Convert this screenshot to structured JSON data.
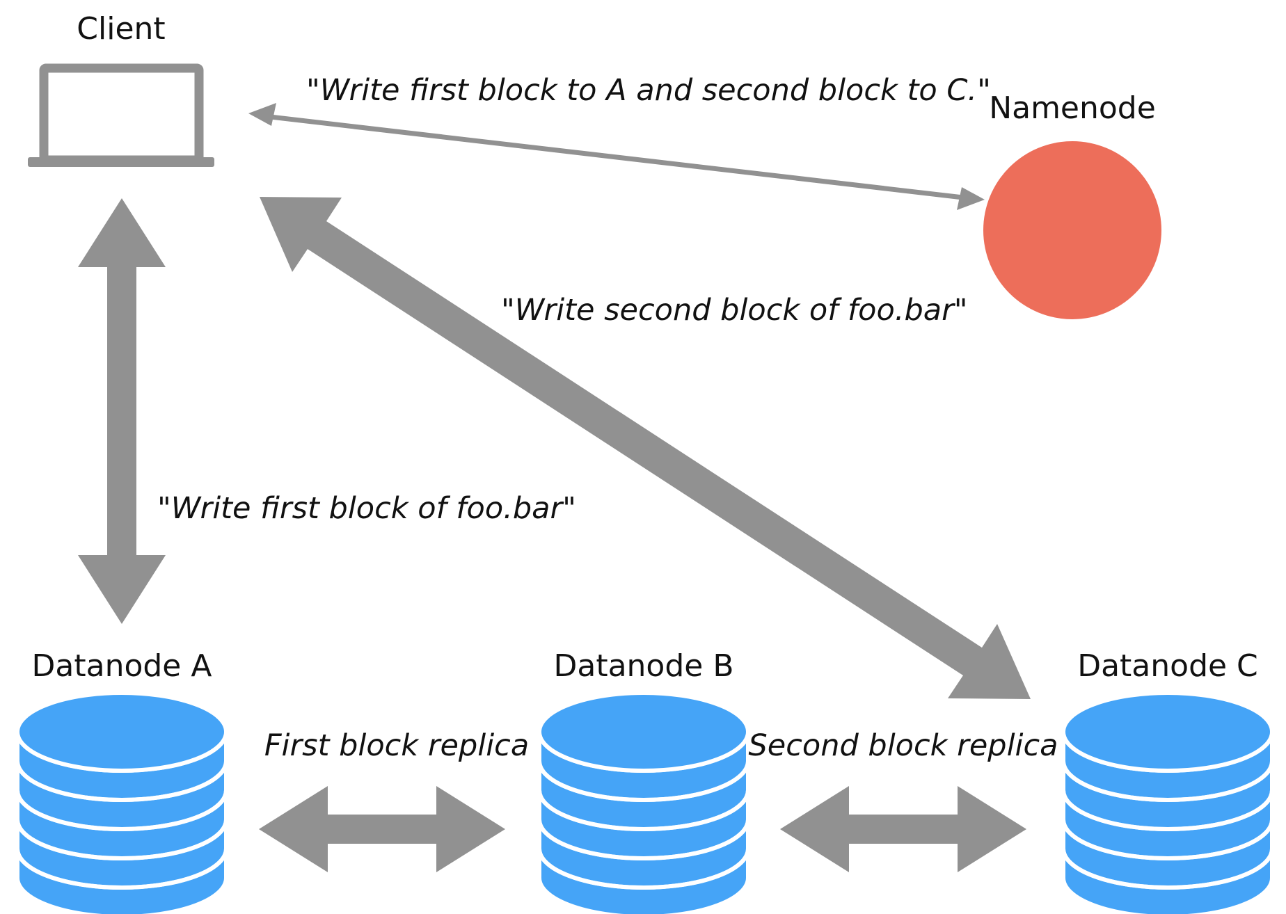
{
  "nodes": {
    "client": {
      "label": "Client",
      "icon": "laptop-icon"
    },
    "namenode": {
      "label": "Namenode",
      "icon": "circle-icon"
    },
    "datanode_a": {
      "label": "Datanode A",
      "icon": "database-icon"
    },
    "datanode_b": {
      "label": "Datanode B",
      "icon": "database-icon"
    },
    "datanode_c": {
      "label": "Datanode C",
      "icon": "database-icon"
    }
  },
  "messages": {
    "client_namenode": "\"Write first block to A and second block to C.\"",
    "client_datanode_c": "\"Write second block of foo.bar\"",
    "client_datanode_a": "\"Write first block of foo.bar\"",
    "a_b_replica": "First block replica",
    "b_c_replica": "Second block replica"
  },
  "colors": {
    "arrow": "#919191",
    "namenode": "#ed6e5a",
    "database": "#45a4f7",
    "laptop": "#919191"
  }
}
